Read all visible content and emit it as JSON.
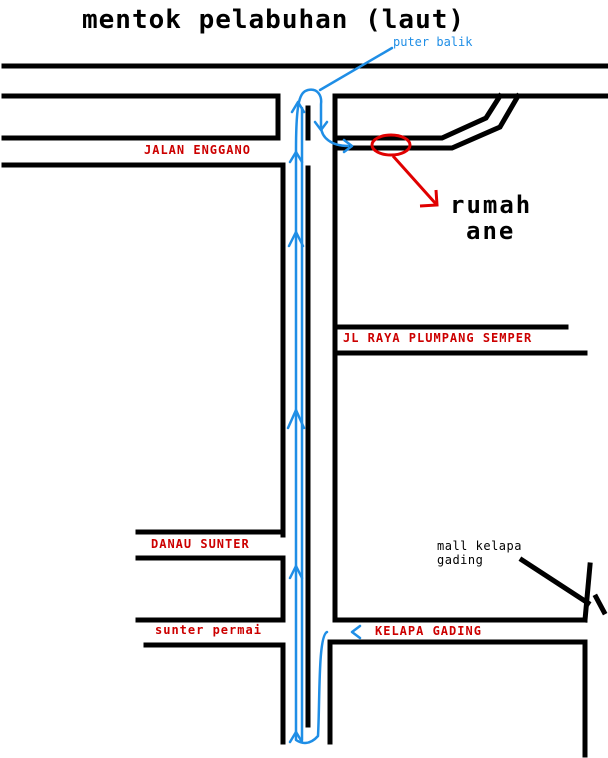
{
  "title": "mentok pelabuhan (laut)",
  "notes": {
    "u_turn": "puter balik",
    "house_line1": "rumah",
    "house_line2": "ane",
    "mall_line1": "mall kelapa",
    "mall_line2": "gading"
  },
  "streets": {
    "enggano": "JALAN ENGGANO",
    "plumpang": "JL RAYA PLUMPANG SEMPER",
    "danau_sunter": "DANAU SUNTER",
    "sunter_permai": "sunter permai",
    "kelapa_gading": "KELAPA GADING"
  },
  "colors": {
    "road": "#000000",
    "route": "#1f8ee6",
    "street_label": "#cc0000",
    "house_marker": "#e00000",
    "note": "#1f8ee6"
  },
  "icons": {
    "route": "blue-route-arrows",
    "house": "red-circle-marker",
    "pointer": "red-arrow"
  }
}
